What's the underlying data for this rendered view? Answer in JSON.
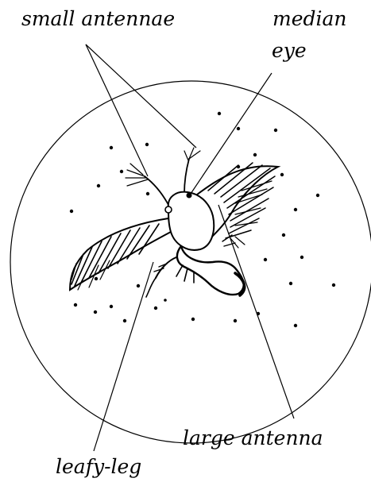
{
  "labels": {
    "small_antennae": "small antennae",
    "median_eye_line1": "median",
    "median_eye_line2": "eye",
    "large_antenna": "large antenna",
    "leafy_leg": "leafy-leg"
  },
  "colors": {
    "ink": "#000000",
    "background": "#ffffff"
  }
}
